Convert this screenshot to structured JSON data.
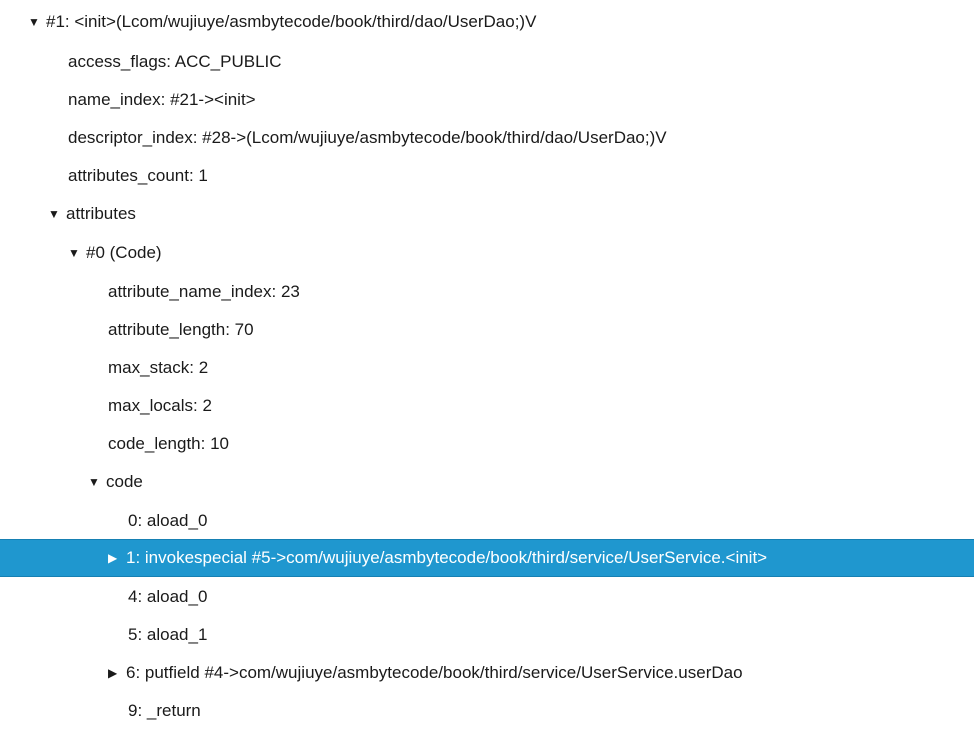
{
  "tree": {
    "method_node": "#1: <init>(Lcom/wujiuye/asmbytecode/book/third/dao/UserDao;)V",
    "access_flags": "access_flags: ACC_PUBLIC",
    "name_index": "name_index: #21-><init>",
    "descriptor_index": "descriptor_index: #28->(Lcom/wujiuye/asmbytecode/book/third/dao/UserDao;)V",
    "attributes_count": "attributes_count: 1",
    "attributes": "attributes",
    "code_attr": "#0 (Code)",
    "attribute_name_index": "attribute_name_index: 23",
    "attribute_length": "attribute_length: 70",
    "max_stack": "max_stack: 2",
    "max_locals": "max_locals: 2",
    "code_length": "code_length: 10",
    "code": "code",
    "instructions": [
      "0: aload_0",
      "1: invokespecial #5->com/wujiuye/asmbytecode/book/third/service/UserService.<init>",
      "4: aload_0",
      "5: aload_1",
      "6: putfield #4->com/wujiuye/asmbytecode/book/third/service/UserService.userDao",
      "9: _return"
    ],
    "expanded_arrow": "▼",
    "collapsed_arrow": "▶"
  },
  "colors": {
    "selection": "#1f97cf"
  }
}
